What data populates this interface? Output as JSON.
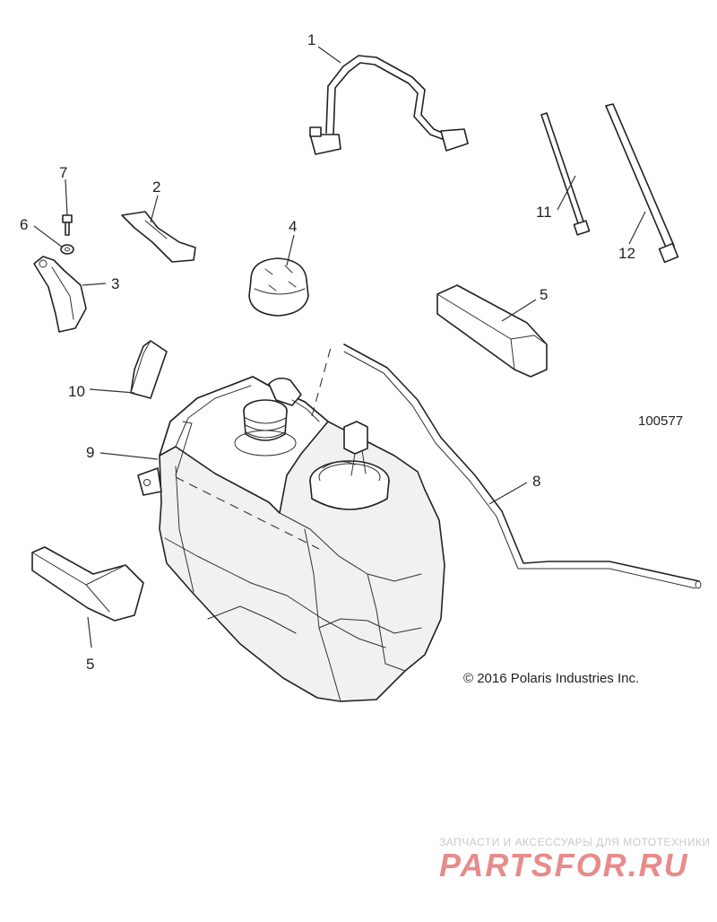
{
  "diagram": {
    "drawing_number": "100577",
    "copyright": "© 2016 Polaris Industries Inc.",
    "callouts": [
      "1",
      "2",
      "3",
      "4",
      "5",
      "5",
      "6",
      "7",
      "8",
      "9",
      "10",
      "11",
      "12"
    ]
  },
  "watermark": {
    "caption": "ЗАПЧАСТИ И АКСЕССУАРЫ ДЛЯ МОТОТЕХНИКИ",
    "logo_text": "PARTSFOR.RU",
    "logo_color": "#e88b8b"
  }
}
